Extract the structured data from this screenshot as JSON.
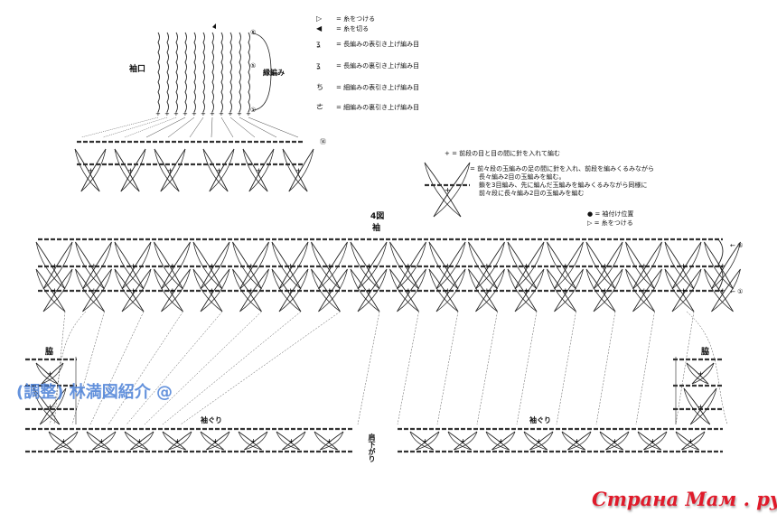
{
  "cuff": {
    "label": "袖口",
    "edging_label": "縁編み",
    "row_marks": [
      "⑧",
      "⑤",
      "①"
    ]
  },
  "legend_top": [
    {
      "icon": "join-yarn-icon",
      "sym": "▷",
      "text": "= 糸をつける"
    },
    {
      "icon": "cut-yarn-icon",
      "sym": "◀",
      "text": "= 糸を切る"
    },
    {
      "icon": "front-post-dc-icon",
      "sym": "ʓ",
      "text": "= 長編みの表引き上げ編み目"
    },
    {
      "icon": "back-post-dc-icon",
      "sym": "ʓ",
      "text": "= 長編みの裏引き上げ編み目"
    },
    {
      "icon": "front-post-sc-icon",
      "sym": "ち",
      "text": "= 細編みの表引き上げ編み目"
    },
    {
      "icon": "back-post-sc-icon",
      "sym": "ㄜ",
      "text": "= 細編みの裏引き上げ編み目"
    }
  ],
  "small_band": {
    "row_mark": "⑭"
  },
  "legend_mid": {
    "plus": "+ = 前段の目と目の間に針を入れて編む",
    "motif_lines": [
      "= 前々段の玉編みの足の間に針を入れ、前段を編みくるみながら",
      "長々編み2目の玉編みを編む。",
      "鎖を3目編み、先に編んだ玉編みを編みくるみながら同様に",
      "前々段に長々編み2目の玉編みを編む"
    ]
  },
  "legend_right": [
    {
      "icon": "sleeve-attach-dot-icon",
      "sym": "●",
      "text": "= 袖付け位置"
    },
    {
      "icon": "join-yarn-icon",
      "sym": "▷",
      "text": "= 糸をつける"
    }
  ],
  "figure": {
    "number": "4図",
    "name": "袖"
  },
  "main_band": {
    "row_marks": [
      "⑤",
      "①"
    ]
  },
  "labels": {
    "side_left": "脇",
    "side_right": "脇",
    "armhole_left": "袖ぐり",
    "armhole_right": "袖ぐり",
    "shoulder": "肩下がり"
  },
  "watermark": {
    "text": "(調整) 林満図紹介 @"
  },
  "logo": {
    "text": "Страна Мам . ру"
  }
}
